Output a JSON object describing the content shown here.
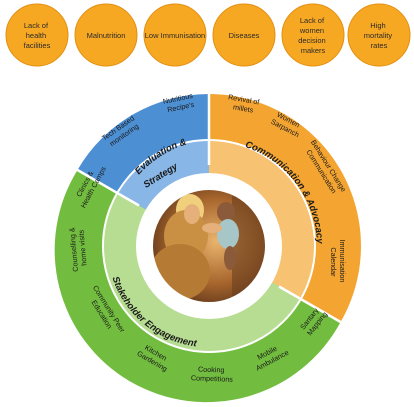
{
  "colors": {
    "problem_circle": "#f7a823",
    "problem_border": "#e38f10",
    "orange_outer": "#f4a531",
    "orange_inner": "#f7c272",
    "blue_outer": "#4d8fd3",
    "blue_inner": "#88b6e6",
    "green_outer": "#72bd3f",
    "green_inner": "#b7dd92",
    "center_white": "#ffffff"
  },
  "problems": [
    "Lack of health facilities",
    "Malnutrition",
    "Low Immunisation",
    "Diseases",
    "Lack of women decision makers",
    "High mortality rates"
  ],
  "segments": {
    "evaluation": {
      "title_line1": "Evaluation &",
      "title_line2": "Strategy",
      "items": [
        "Tech Based monitoring",
        "Nutritious Recipe's"
      ]
    },
    "communication": {
      "title": "Communication & Advocacy",
      "items": [
        "Revival of millets",
        "Women Sarpanch",
        "Behaviour Change Communication",
        "Immunisation Calendar"
      ]
    },
    "stakeholder": {
      "title": "Stakeholder Engagement",
      "items": [
        "Clinics & Health Camps",
        "Counselling & home visits",
        "Community Peer Education",
        "Kitchen Gardening",
        "Cooking Competitions",
        "Mobile Ambulance",
        "Santary Mapping"
      ]
    }
  },
  "center_photo": "mother-and-baby-photo"
}
